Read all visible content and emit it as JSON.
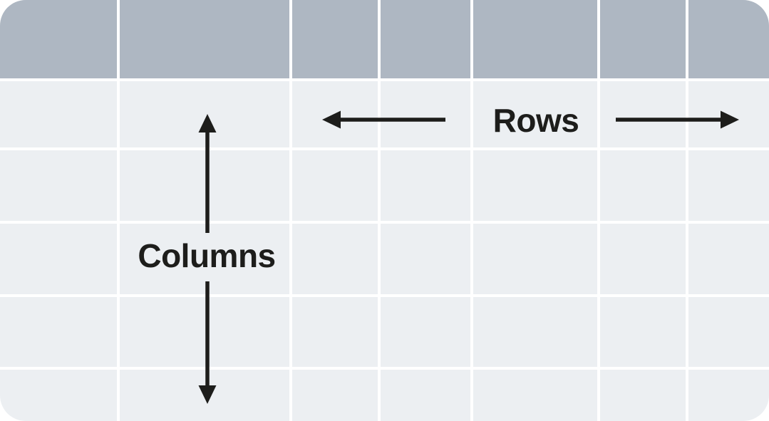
{
  "diagram": {
    "description": "Illustration of a spreadsheet-style table identifying rows and columns",
    "rows_label": "Rows",
    "columns_label": "Columns",
    "table": {
      "column_count": 7,
      "row_count": 6,
      "has_header_row": true
    },
    "icons": {
      "rows_arrow_left": "arrow-left-icon",
      "rows_arrow_right": "arrow-right-icon",
      "columns_arrow_up": "arrow-up-icon",
      "columns_arrow_down": "arrow-down-icon"
    },
    "colors": {
      "header_cell": "#aeb7c2",
      "body_cell": "#eceff2",
      "grid_line": "#ffffff",
      "annotation_ink": "#1d1d1b",
      "background": "#ffffff"
    }
  }
}
